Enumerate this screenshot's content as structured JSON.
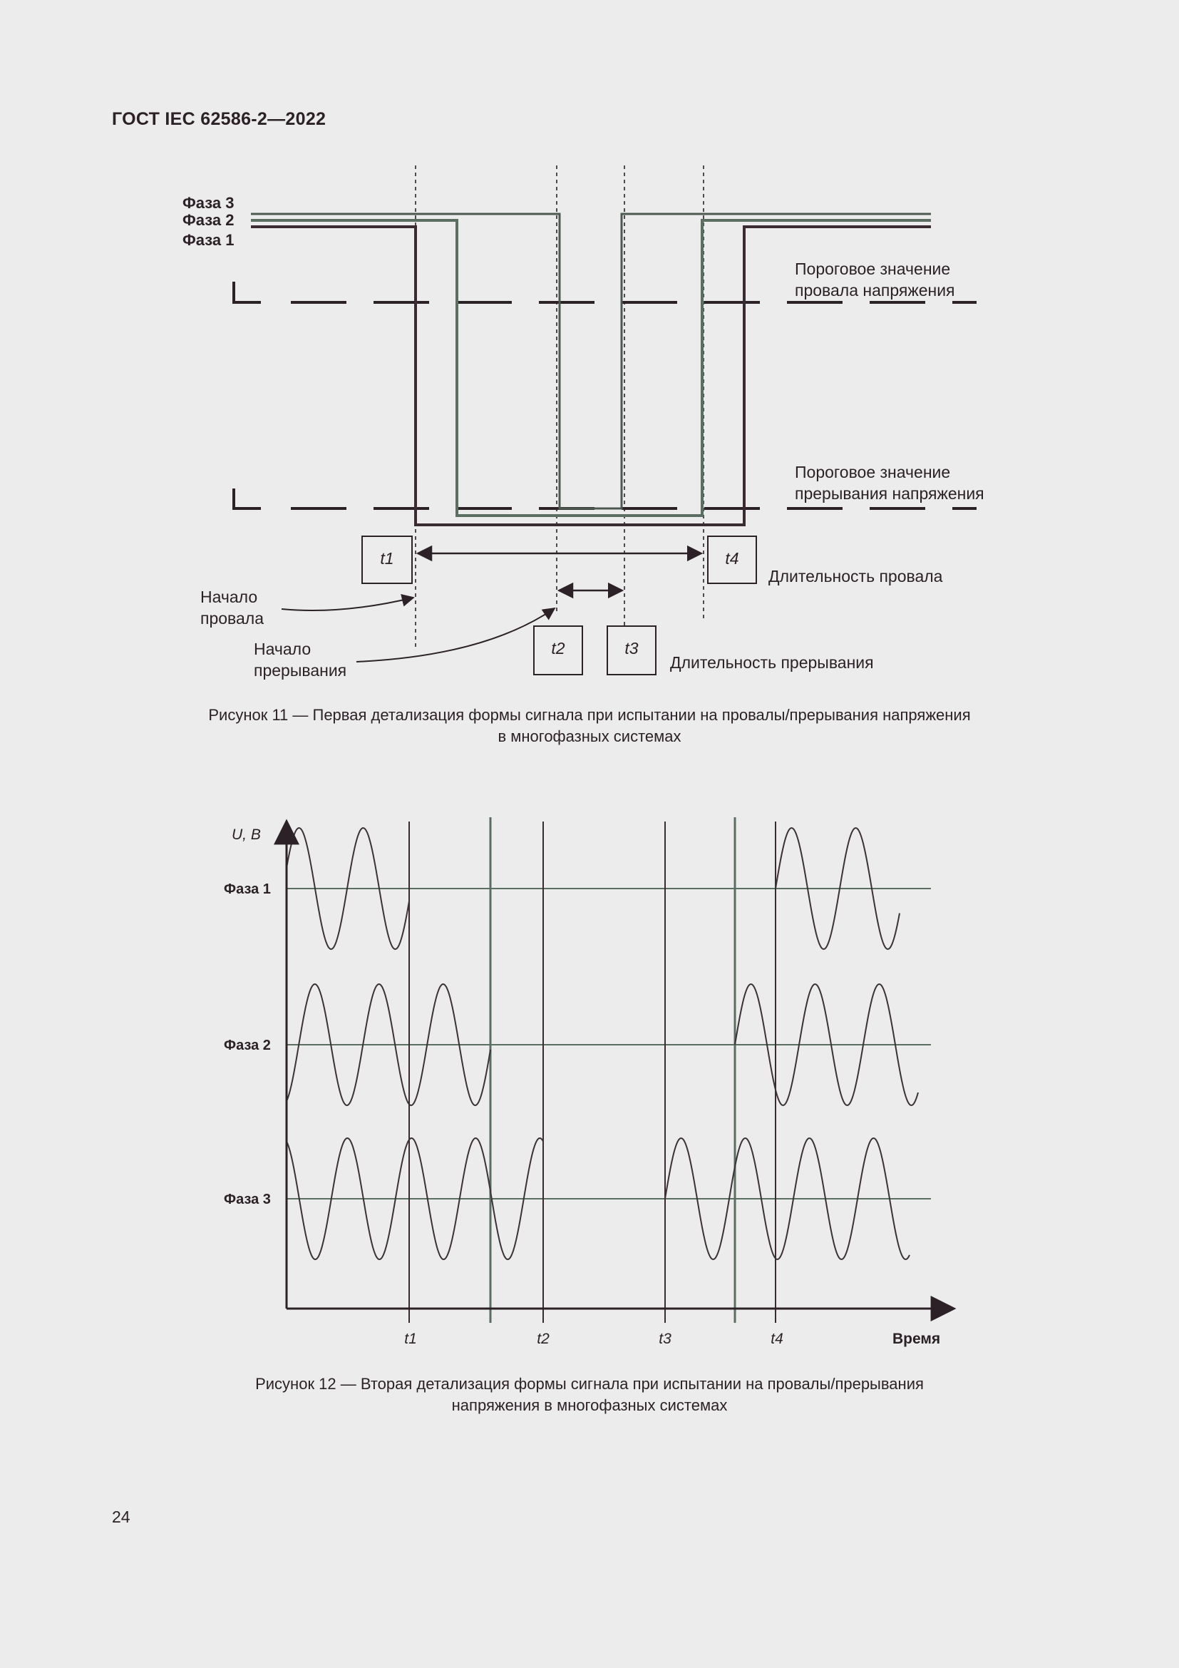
{
  "header": {
    "title": "ГОСТ IEC 62586-2—2022"
  },
  "figure11": {
    "phase_labels": [
      "Фаза 3",
      "Фаза 2",
      "Фаза 1"
    ],
    "threshold_dip": [
      "Пороговое значение",
      "провала напряжения"
    ],
    "threshold_interrupt": [
      "Пороговое значение",
      "прерывания напряжения"
    ],
    "time_marks": [
      "t1",
      "t2",
      "t3",
      "t4"
    ],
    "dip_duration": "Длительность провала",
    "interrupt_duration": "Длительность прерывания",
    "dip_start": [
      "Начало",
      "провала"
    ],
    "interrupt_start": [
      "Начало",
      "прерывания"
    ],
    "caption": [
      "Рисунок 11 — Первая детализация формы сигнала при испытании на провалы/прерывания напряжения",
      "в многофазных системах"
    ],
    "colors": {
      "phase_dark": "#3a2a32",
      "phase_green": "#5a6e62"
    }
  },
  "figure12": {
    "y_axis_label": "U, В",
    "x_axis_label": "Время",
    "phase_labels": [
      "Фаза 1",
      "Фаза 2",
      "Фаза 3"
    ],
    "time_marks": [
      "t1",
      "t2",
      "t3",
      "t4"
    ],
    "caption": [
      "Рисунок 12 — Вторая детализация формы сигнала при испытании на провалы/прерывания",
      "напряжения в многофазных системах"
    ]
  },
  "page_number": "24"
}
